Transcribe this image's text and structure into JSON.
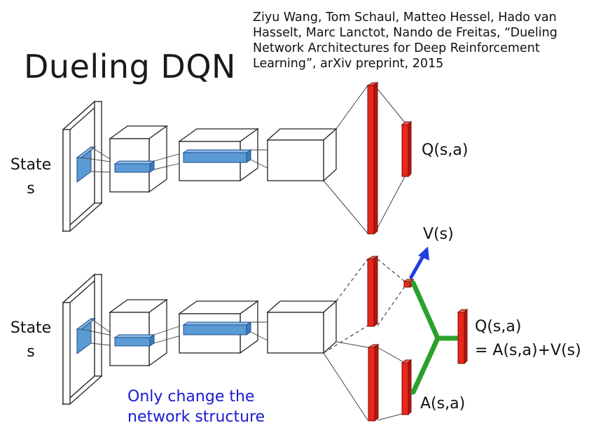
{
  "slide": {
    "title": "Dueling DQN",
    "citation": "Ziyu Wang, Tom Schaul, Matteo Hessel, Hado van Hasselt, Marc Lanctot, Nando de Freitas, “Dueling Network Architectures for Deep Reinforcement Learning”, arXiv preprint, 2015",
    "top_network": {
      "input_label_line1": "State",
      "input_label_line2": "s",
      "output_label": "Q(s,a)"
    },
    "bottom_network": {
      "input_label_line1": "State",
      "input_label_line2": "s",
      "value_label": "V(s)",
      "advantage_label": "A(s,a)",
      "output_label_line1": "Q(s,a)",
      "output_label_line2": "= A(s,a)+V(s)"
    },
    "note_line1": "Only change the",
    "note_line2": "network structure"
  },
  "colors": {
    "layer_red": "#e8261b",
    "feature_blue": "#5b9bd5",
    "combine_green": "#2ca02c",
    "arrow_blue": "#1f3fe0",
    "note_blue": "#1a1ad0"
  }
}
